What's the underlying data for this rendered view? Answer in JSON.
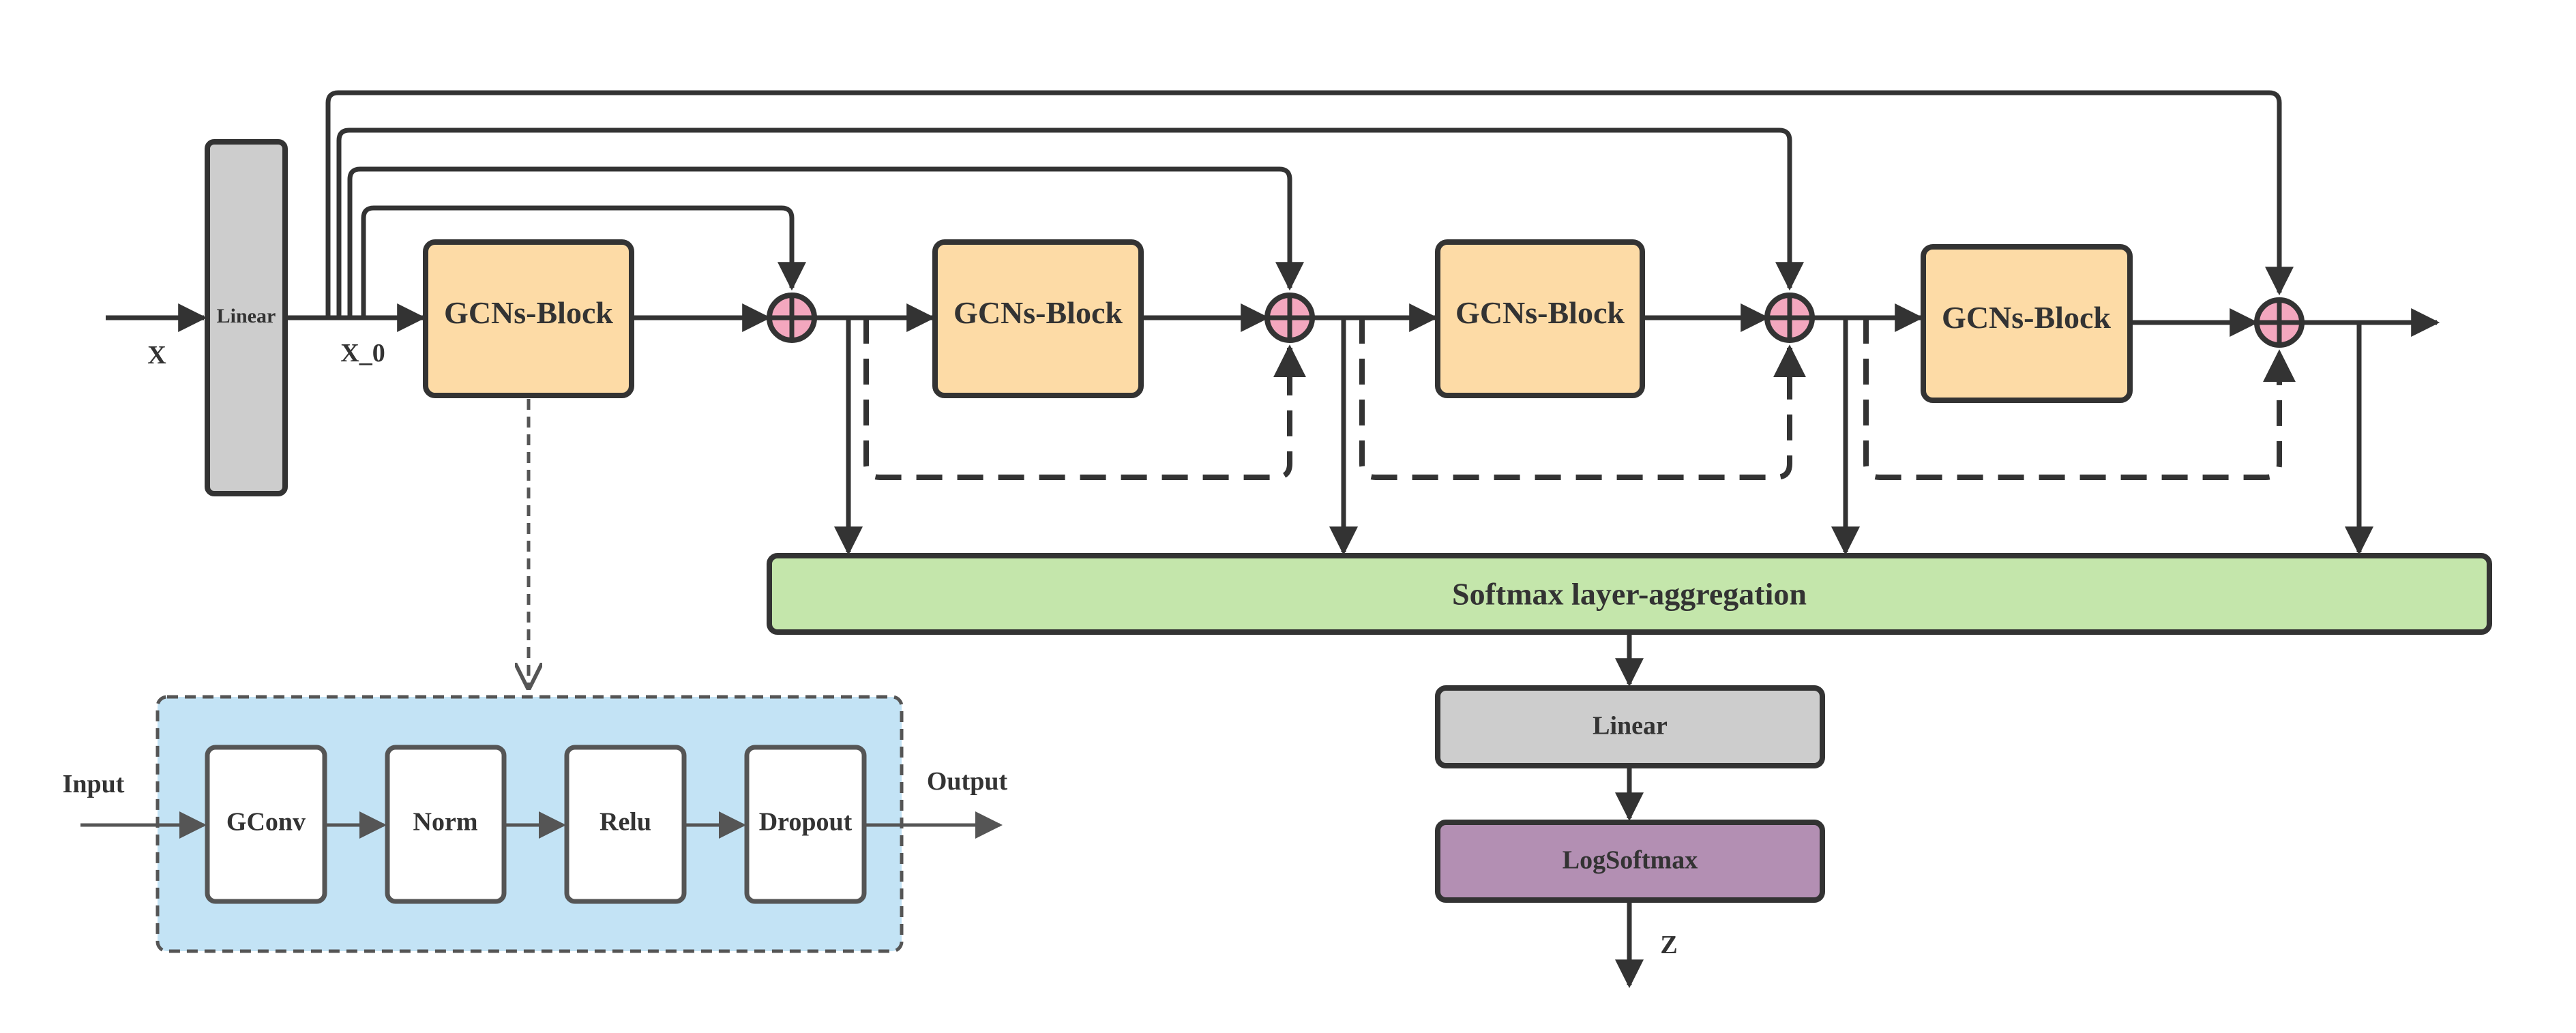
{
  "input_label": "X",
  "linear_label": "Linear",
  "x0_label": "X_0",
  "block_label": "GCNs-Block",
  "aggregation_label": "Softmax layer-aggregation",
  "linear_out_label": "Linear",
  "logsoftmax_label": "LogSoftmax",
  "output_label": "Z",
  "detail": {
    "input_label": "Input",
    "output_label": "Output",
    "steps": [
      "GConv",
      "Norm",
      "Relu",
      "Dropout"
    ]
  },
  "colors": {
    "block": "#FDDBA6",
    "linear": "#CDCDCD",
    "aggregation": "#C4E6AB",
    "logsoftmax": "#B38FB3",
    "add_node": "#F3A7BE",
    "detail_bg": "#C3E3F5",
    "stroke": "#333333"
  }
}
